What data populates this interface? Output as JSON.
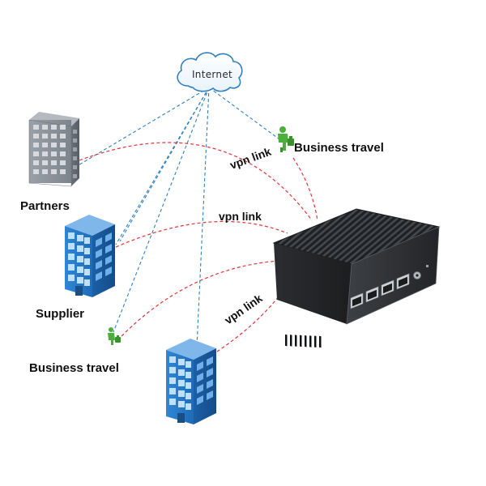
{
  "cloud": {
    "label": "Internet"
  },
  "nodes": {
    "partners": {
      "label": "Partners"
    },
    "supplier": {
      "label": "Supplier"
    },
    "business_travel_right": {
      "label": "Business travel"
    },
    "business_travel_left": {
      "label": "Business travel"
    }
  },
  "links": {
    "top": {
      "label": "vpn link"
    },
    "middle": {
      "label": "vpn link"
    },
    "bottom": {
      "label": "vpn link"
    }
  },
  "colors": {
    "internet_line": "#2f7fc2",
    "vpn_line": "#e0343a",
    "building_blue": "#3d8fd8",
    "building_gray": "#7e848c",
    "person_green": "#4cae3b",
    "device_body": "#2c2e31"
  },
  "icons": [
    "cloud-icon",
    "gray-office-building-icon",
    "blue-office-building-icon",
    "traveller-person-icon",
    "mini-pc-router-device"
  ]
}
